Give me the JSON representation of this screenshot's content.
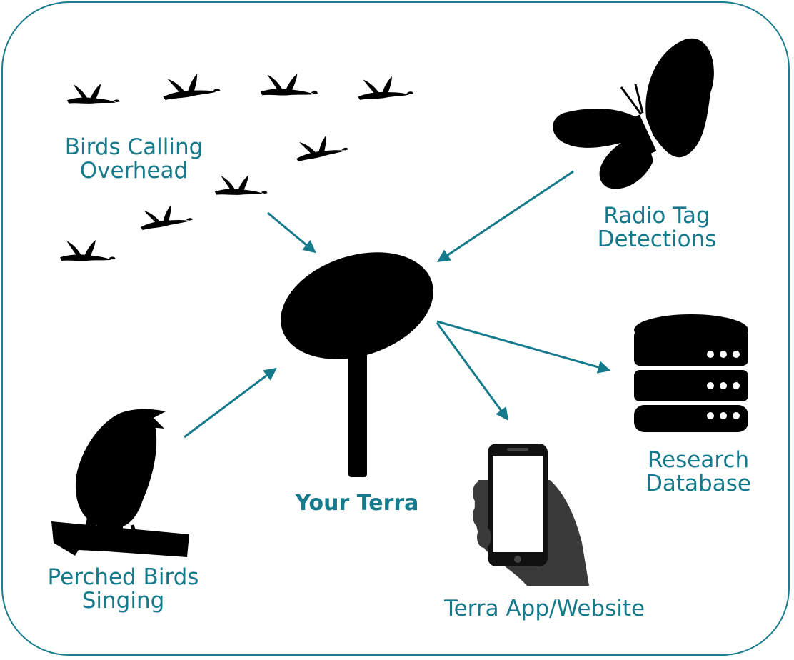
{
  "labels": {
    "birds_calling": [
      "Birds Calling",
      "Overhead"
    ],
    "radio_tag": [
      "Radio Tag",
      "Detections"
    ],
    "research_db": [
      "Research",
      "Database"
    ],
    "your_terra": "Your Terra",
    "perched_birds": [
      "Perched Birds",
      "Singing"
    ],
    "terra_app": "Terra App/Website"
  },
  "colors": {
    "accent": "#157a8c",
    "border": "#1a7c8e",
    "silhouette": "#000000"
  },
  "icons": [
    "flying-goose-icon",
    "butterfly-icon",
    "terra-device-icon",
    "database-icon",
    "smartphone-hand-icon",
    "perched-bird-icon"
  ]
}
